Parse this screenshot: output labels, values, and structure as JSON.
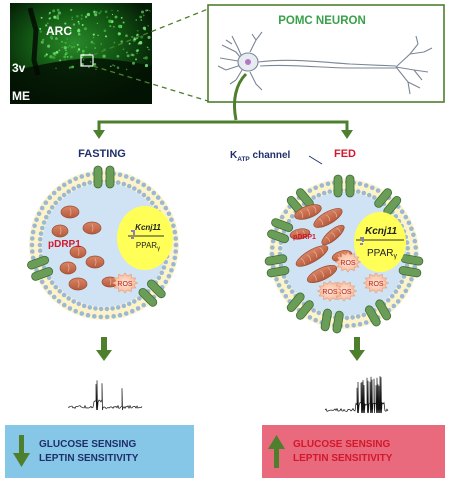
{
  "micrograph": {
    "label_arc": "ARC",
    "label_3v": "3v",
    "label_me": "ME"
  },
  "neuron_box": {
    "title": "POMC NEURON"
  },
  "conditions": {
    "fasting": "FASTING",
    "fed": "FED"
  },
  "channel_label": {
    "prefix": "K",
    "subscript": "ATP",
    "suffix": " channel"
  },
  "fasting_cell": {
    "drp_label": "pDRP1",
    "gene": "Kcnj11",
    "receptor": "PPAR",
    "receptor_greek": "γ",
    "ros": [
      "ROS"
    ]
  },
  "fed_cell": {
    "drp_label": "pDRP1",
    "gene": "Kcnj11",
    "receptor": "PPAR",
    "receptor_greek": "γ",
    "ros": [
      "ROS",
      "ROS",
      "ROS",
      "ROS"
    ]
  },
  "outcomes": {
    "fasting": {
      "line1": "GLUCOSE SENSING",
      "line2": "LEPTIN SENSITIVITY"
    },
    "fed": {
      "line1": "GLUCOSE SENSING",
      "line2": "LEPTIN SENSITIVITY"
    }
  },
  "colors": {
    "green": "#4e7f2c",
    "navy": "#1f2f6b",
    "red": "#d2182c",
    "neuron_green": "#3aa04a",
    "blue_box": "#86c6e6",
    "red_box": "#e86a7c",
    "cell_fill": "#cfe3f4",
    "nucleus": "#ffff57",
    "mito": "#c76f4f",
    "channel": "#6a9e58"
  }
}
